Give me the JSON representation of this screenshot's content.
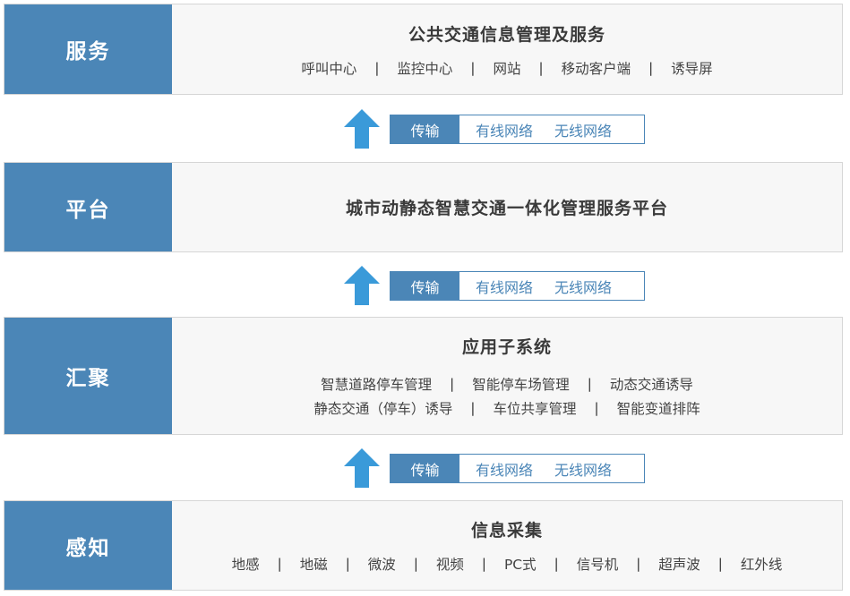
{
  "layers": {
    "service": {
      "label": "服务",
      "title": "公共交通信息管理及服务",
      "items": [
        "呼叫中心",
        "监控中心",
        "网站",
        "移动客户端",
        "诱导屏"
      ]
    },
    "platform": {
      "label": "平台",
      "title": "城市动静态智慧交通一体化管理服务平台"
    },
    "aggregation": {
      "label": "汇聚",
      "title": "应用子系统",
      "items_row1": [
        "智慧道路停车管理",
        "智能停车场管理",
        "动态交通诱导"
      ],
      "items_row2": [
        "静态交通（停车）诱导",
        "车位共享管理",
        "智能变道排阵"
      ]
    },
    "sensing": {
      "label": "感知",
      "title": "信息采集",
      "items": [
        "地感",
        "地磁",
        "微波",
        "视频",
        "PC式",
        "信号机",
        "超声波",
        "红外线"
      ]
    }
  },
  "transport": {
    "label": "传输",
    "wired": "有线网络",
    "wireless": "无线网络"
  },
  "separator": "|",
  "colors": {
    "accent": "#4b86b7",
    "arrow": "#3a9ad9",
    "panel_bg": "#f7f7f7",
    "border": "#d6d6d6"
  }
}
